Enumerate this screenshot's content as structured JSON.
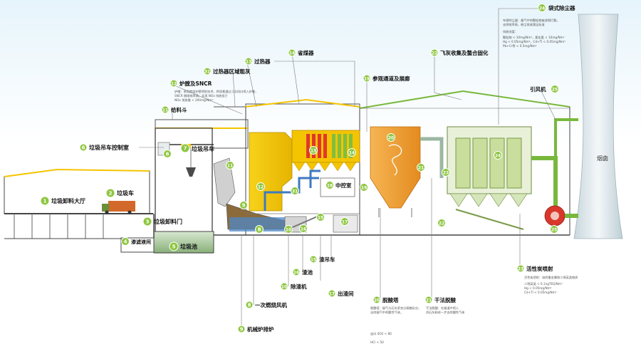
{
  "labels": {
    "l1": {
      "num": "1",
      "text": "垃圾卸料大厅"
    },
    "l2": {
      "num": "2",
      "text": "垃圾车"
    },
    "l3": {
      "num": "3",
      "text": "垃圾卸料门"
    },
    "l4": {
      "num": "4",
      "text": "渗滤液间"
    },
    "l5": {
      "num": "5",
      "text": "垃圾池"
    },
    "l6": {
      "num": "6",
      "text": "垃圾吊车控制室"
    },
    "l7": {
      "num": "7",
      "text": "垃圾吊车"
    },
    "l8": {
      "num": "8",
      "text": "一次燃烧风机"
    },
    "l9": {
      "num": "9",
      "text": "机械炉排炉"
    },
    "l10": {
      "num": "10",
      "text": "除渣机"
    },
    "l11": {
      "num": "11",
      "text": "给料斗"
    },
    "l12": {
      "num": "12",
      "text": "炉膛及SNCR"
    },
    "l13": {
      "num": "13",
      "text": "过热器"
    },
    "l14": {
      "num": "14",
      "text": "省煤器"
    },
    "l15": {
      "num": "15",
      "text": "渣吊车"
    },
    "l16": {
      "num": "16",
      "text": "渣池"
    },
    "l17": {
      "num": "17",
      "text": "出渣间"
    },
    "l18": {
      "num": "18",
      "text": "中控室"
    },
    "l19": {
      "num": "19",
      "text": "参观通道及展廊"
    },
    "l20": {
      "num": "20",
      "text": "脱酸塔"
    },
    "l21": {
      "num": "21",
      "text": "干法脱酸"
    },
    "l22": {
      "num": "22",
      "text": "飞灰收集及螯合固化"
    },
    "l23": {
      "num": "23",
      "text": "活性炭喷射"
    },
    "l24": {
      "num": "24",
      "text": "袋式除尘器"
    },
    "l25": {
      "num": "25",
      "text": "引风机"
    },
    "l31": {
      "num": "31",
      "text": "过热器区域粗灰"
    },
    "chimney": {
      "text": "烟囱"
    }
  },
  "notes": {
    "furnace": [
      "炉膛：采用焚烧炉壁喷射技术，将尿素通过二次风口喷入炉膛，",
      "SNCR 脱硝效率高，实现 NOx 排放低于",
      "NOx 排放量 < 200mg/Nm³"
    ],
    "baghouse": [
      "布袋除尘器：烟气中的颗粒物被滤袋拦截，",
      "去除效率高，粉尘排放满足标准",
      "排放浓度：",
      "颗粒物 < 10mg/Nm³，氯化氢 < 10mg/Nm³",
      "Hg < 0.05mg/Nm³，Cd+Tl < 0.05mg/Nm³",
      "Pb+Cr等 < 0.5mg/Nm³"
    ],
    "acid": [
      "脱酸塔：烟气与石灰浆充分接触反应，",
      "去除烟气中的酸性气体，",
      "出口 SO2 < 80",
      "HCl < 50"
    ],
    "dry": [
      "干法脱酸：在烟道中喷入",
      "消石灰粉进一步去除酸性气体"
    ],
    "carbon": [
      "活性炭喷射：吸附重金属和二噁英类物质",
      "二噁英类 < 0.1ngTEQ/Nm³",
      "Hg < 0.05mg/Nm³",
      "Cd+Tl < 0.05mg/Nm³"
    ]
  },
  "colors": {
    "yellow": "#f5c400",
    "orange": "#f0a23a",
    "green": "#78b83c",
    "badge": "#8dc63f",
    "red": "#d9372b",
    "steel": "#555"
  }
}
